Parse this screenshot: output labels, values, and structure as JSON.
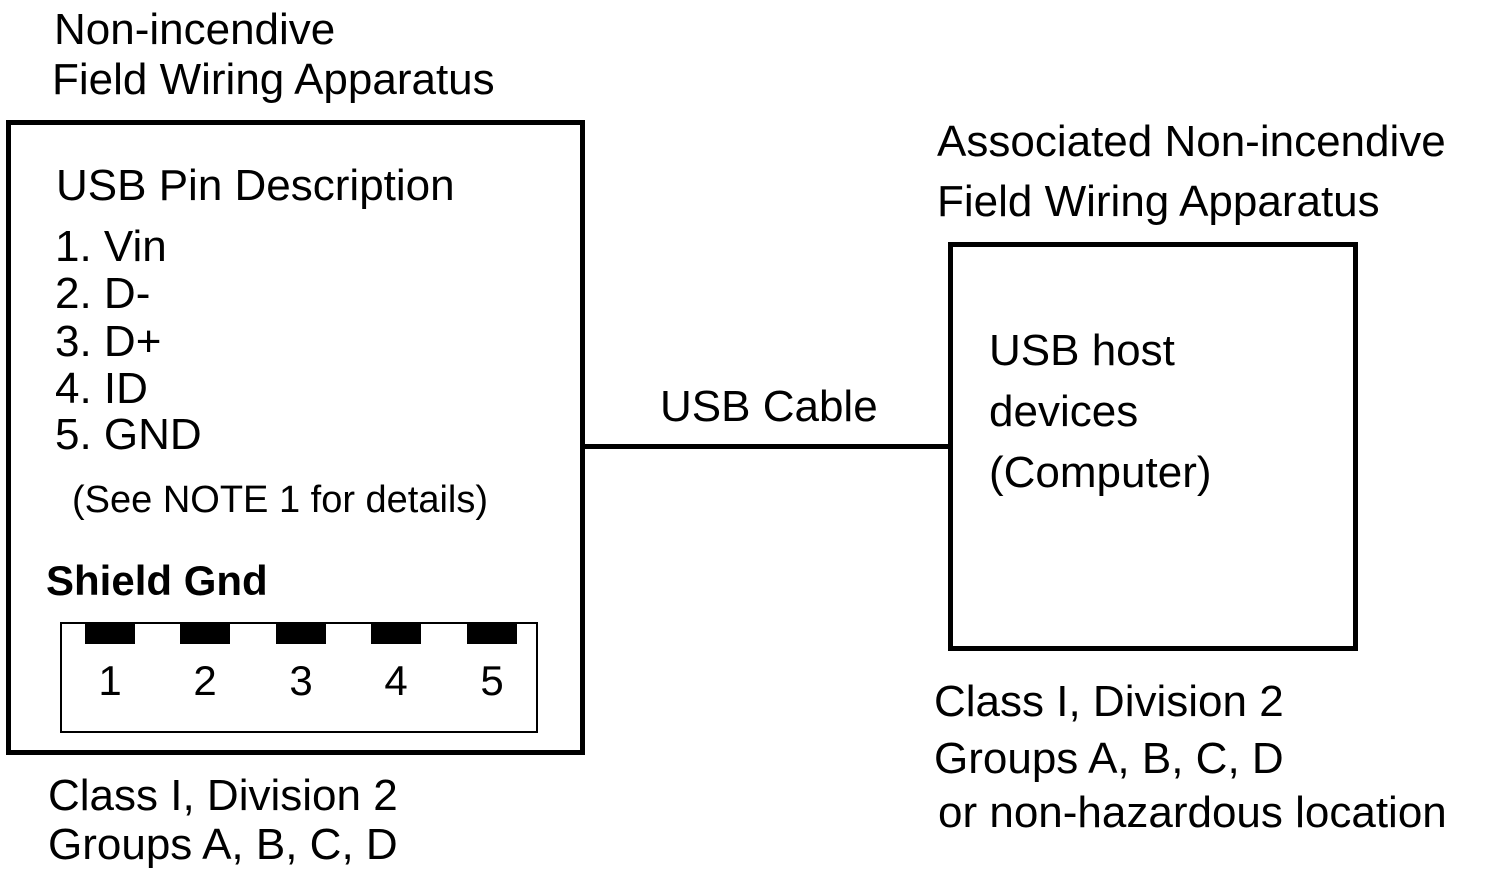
{
  "device": {
    "title_line1": "Non-incendive",
    "title_line2": "Field Wiring Apparatus",
    "pin_heading": "USB Pin Description",
    "pins": [
      {
        "number": "1",
        "label": "1. Vin"
      },
      {
        "number": "2",
        "label": "2. D-"
      },
      {
        "number": "3",
        "label": "3. D+"
      },
      {
        "number": "4",
        "label": "4. ID"
      },
      {
        "number": "5",
        "label": "5. GND"
      }
    ],
    "note": "(See NOTE 1 for details)",
    "shield_label": "Shield Gnd",
    "location_line1": "Class I, Division 2",
    "location_line2": "Groups A, B, C, D"
  },
  "cable": {
    "label": "USB Cable"
  },
  "host": {
    "title_line1": "Associated Non-incendive",
    "title_line2": "Field Wiring Apparatus",
    "body_line1": "USB host",
    "body_line2": "devices",
    "body_line3": "(Computer)",
    "location_line1": "Class I, Division 2",
    "location_line2": "Groups A, B, C, D",
    "location_line3": "or non-hazardous location"
  }
}
